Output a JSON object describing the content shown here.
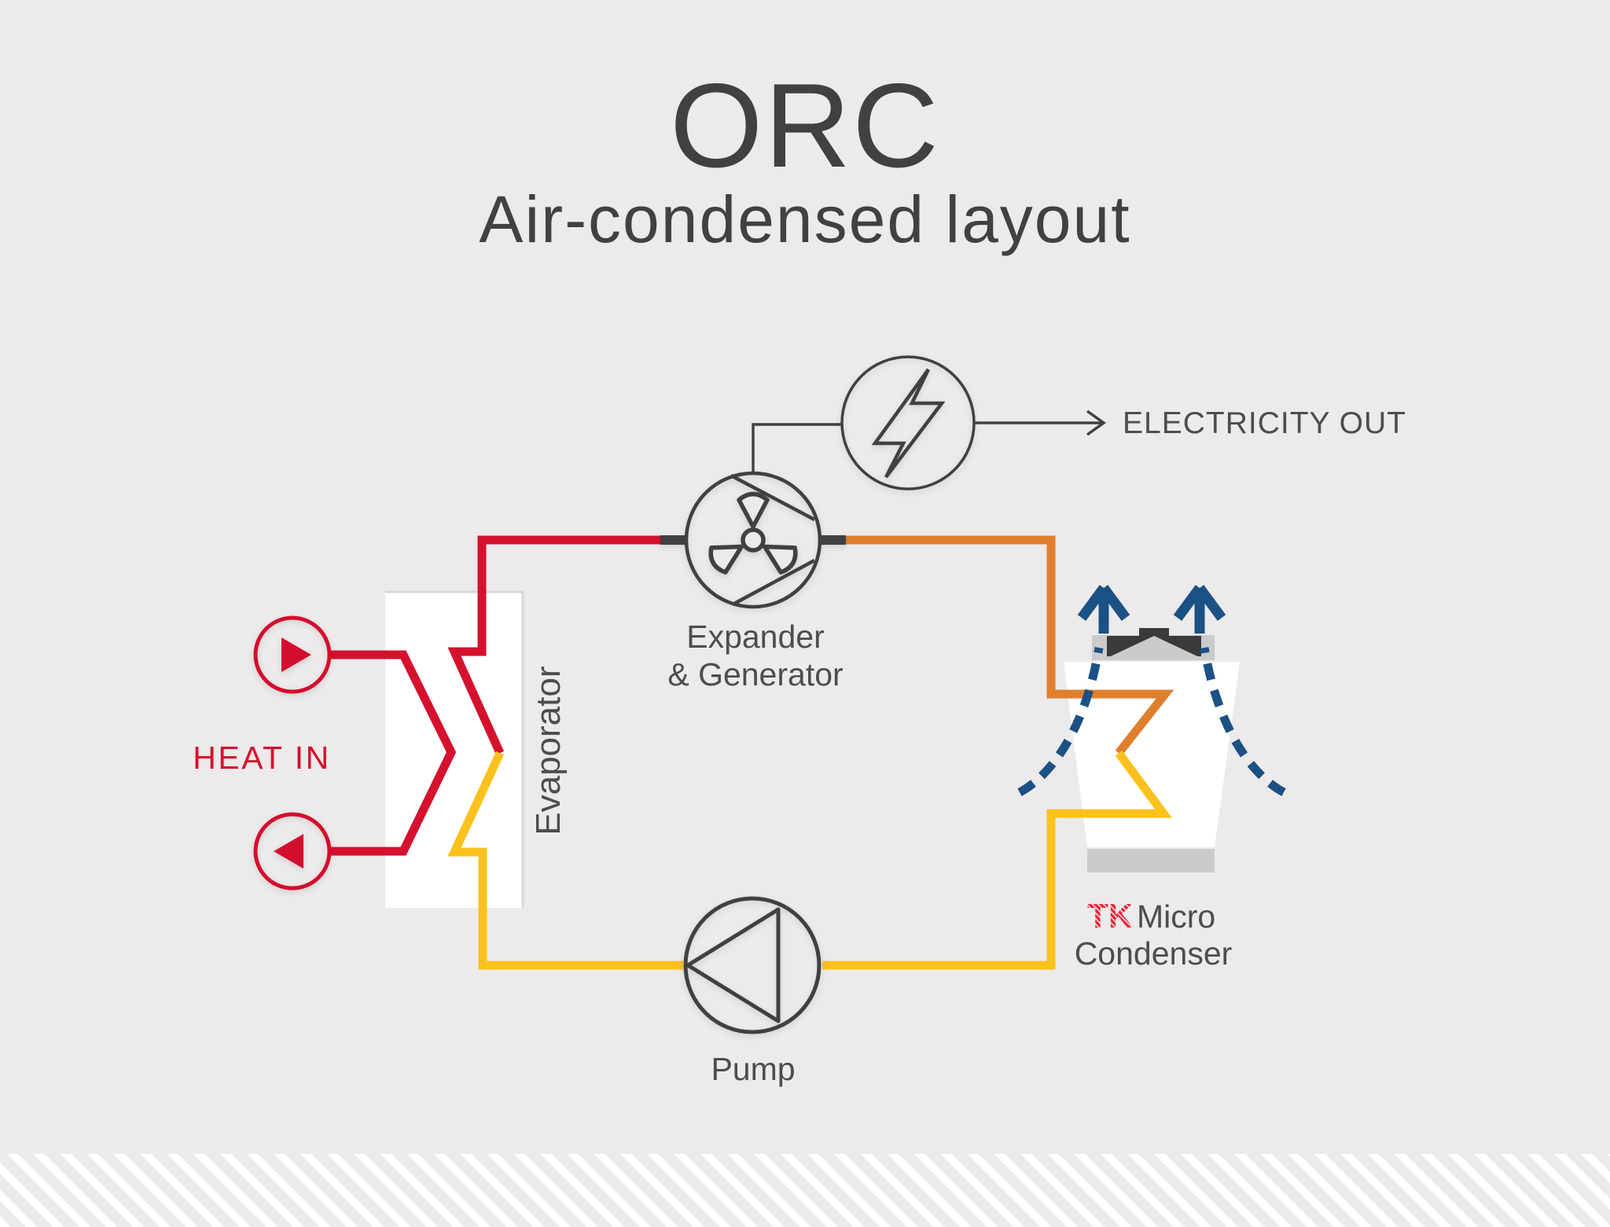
{
  "title": "ORC",
  "subtitle": "Air-condensed layout",
  "labels": {
    "heat_in": "HEAT IN",
    "evaporator": "Evaporator",
    "expander_line1": "Expander",
    "expander_line2": "& Generator",
    "electricity_out": "ELECTRICITY OUT",
    "pump": "Pump",
    "condenser_brand": "TK",
    "condenser_name": "Micro",
    "condenser_line2": "Condenser"
  },
  "colors": {
    "background": "#ECEAEA",
    "hot_red": "#D5112E",
    "vapor_orange": "#E07F2E",
    "liquid_yellow": "#FBC21D",
    "air_blue": "#1B5185",
    "line_dark": "#414042",
    "text_dark": "#4D4D4F",
    "brand_red": "#E8263C",
    "panel_white": "#FFFFFF",
    "light_gray": "#D8D8D8",
    "housing_gray": "#CCCBCB",
    "housing_dark": "#3A3A3B"
  }
}
